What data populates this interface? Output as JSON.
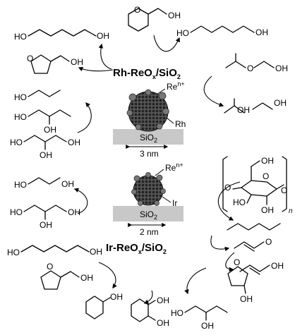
{
  "catalysts": {
    "rh": {
      "title_main": "Rh-ReO",
      "title_sub": "x",
      "title_support": "/SiO",
      "title_support_sub": "2",
      "promoter": "Re",
      "promoter_sup": "n+",
      "metal": "Rh",
      "support_text": "SiO",
      "support_sub": "2",
      "size": "3 nm"
    },
    "ir": {
      "title_main": "Ir-ReO",
      "title_sub": "x",
      "title_support": "/SiO",
      "title_support_sub": "2",
      "promoter": "Re",
      "promoter_sup": "n+",
      "metal": "Ir",
      "support_text": "SiO",
      "support_sub": "2",
      "size": "2 nm"
    }
  },
  "groups": {
    "oh": "OH",
    "ho": "HO",
    "ho_pyranose": "HO",
    "oh_pyranose": "OH",
    "o": "O",
    "n_sub": "n"
  }
}
